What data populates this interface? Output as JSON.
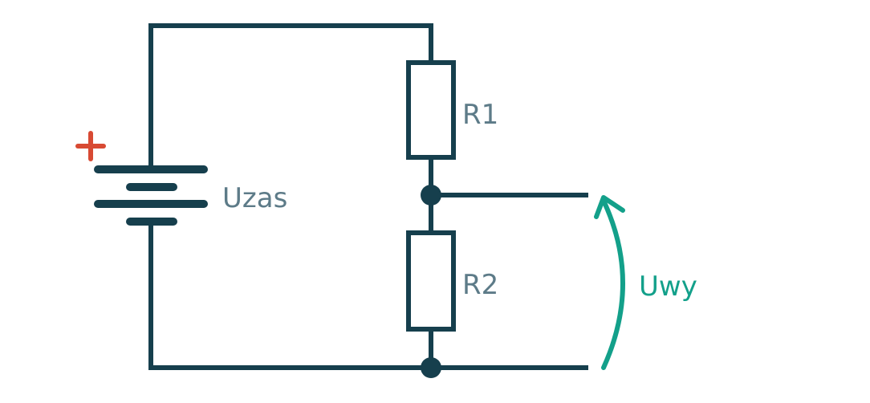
{
  "colors": {
    "wire": "#163f4d",
    "label": "#5d7b88",
    "plus": "#d84a33",
    "arrow": "#13a08a",
    "background": "#ffffff"
  },
  "labels": {
    "source": "Uzas",
    "r1": "R1",
    "r2": "R2",
    "output": "Uwy",
    "plus": "+"
  }
}
